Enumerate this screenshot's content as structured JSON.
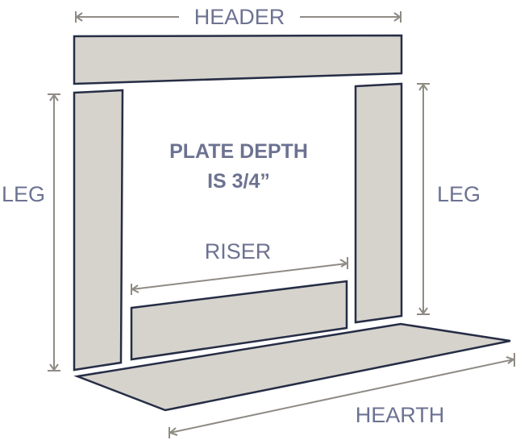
{
  "labels": {
    "header": "HEADER",
    "leg_left": "LEG",
    "leg_right": "LEG",
    "riser": "RISER",
    "hearth": "HEARTH"
  },
  "note": {
    "line1": "PLATE DEPTH",
    "line2": "IS 3/4”"
  },
  "colors": {
    "part_fill": "#d6d3cd",
    "part_stroke": "#262d45",
    "text": "#6c7291",
    "dimension_line": "#8f8b84"
  }
}
